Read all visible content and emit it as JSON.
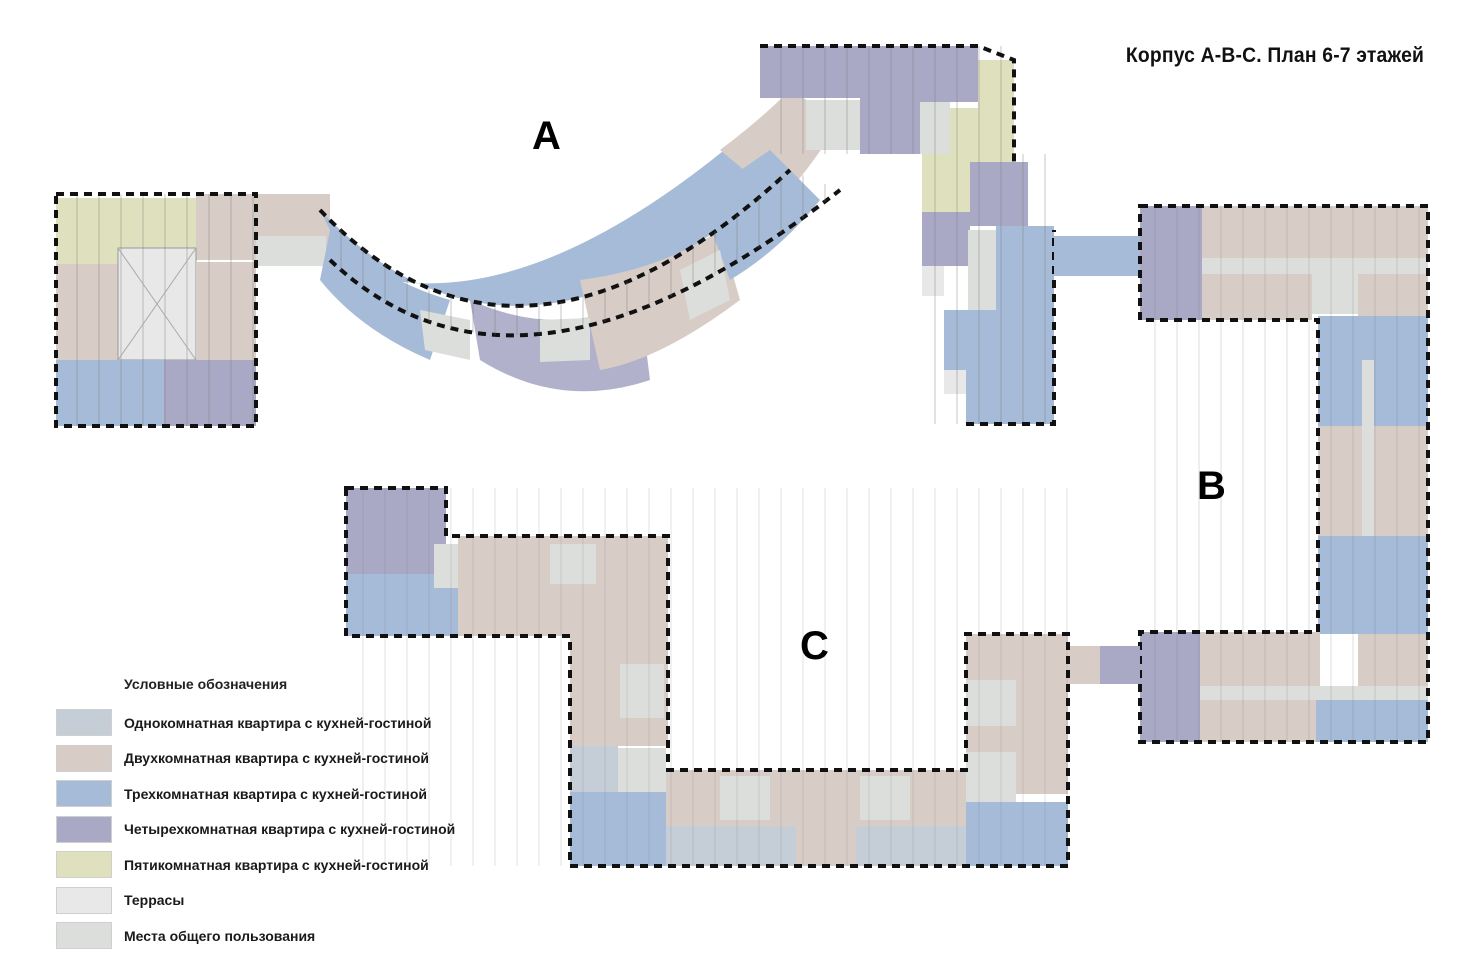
{
  "title": "Корпус А-В-С. План 6-7 этажей",
  "buildings": {
    "a": "A",
    "b": "B",
    "c": "C"
  },
  "legend": {
    "title": "Условные обозначения",
    "items": [
      {
        "label": "Однокомнатная квартира с кухней-гостиной",
        "color": "#c5cdd6"
      },
      {
        "label": "Двухкомнатная квартира с кухней-гостиной",
        "color": "#d8ccc6"
      },
      {
        "label": "Трехкомнатная квартира с кухней-гостиной",
        "color": "#a6bbd7"
      },
      {
        "label": "Четырехкомнатная квартира с кухней-гостиной",
        "color": "#a9a8c5"
      },
      {
        "label": "Пятикомнатная квартира с кухней-гостиной",
        "color": "#dfe0bd"
      },
      {
        "label": "Террасы",
        "color": "#e8e8e8"
      },
      {
        "label": "Места общего пользования",
        "color": "#dcdedb"
      }
    ]
  }
}
